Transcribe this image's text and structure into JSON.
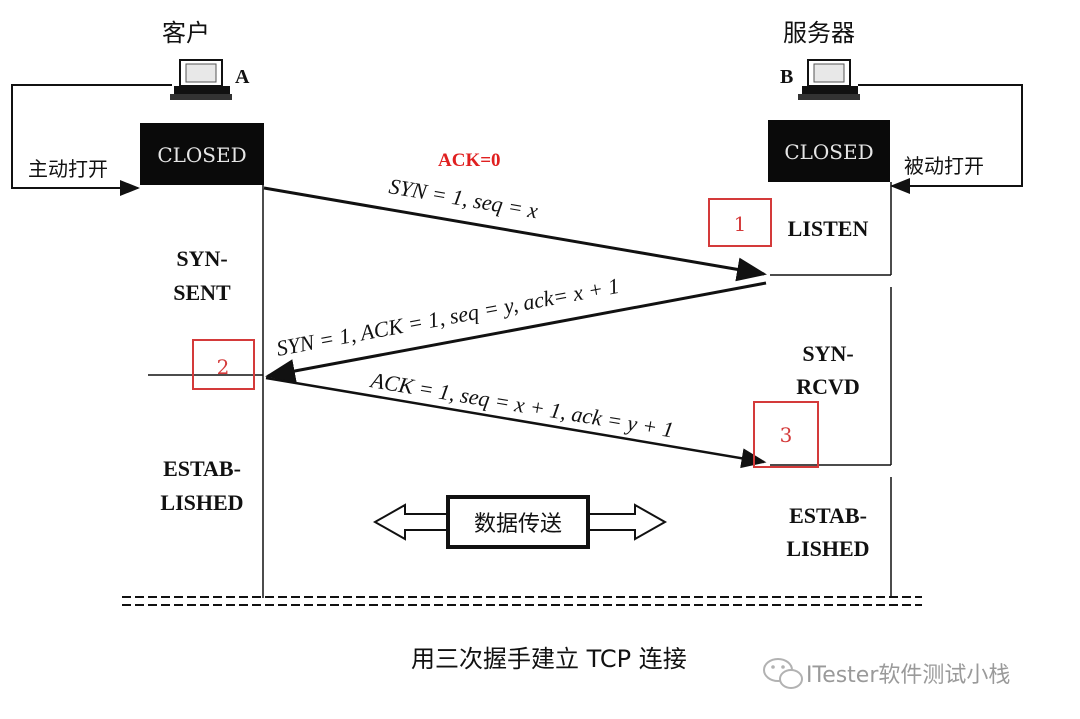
{
  "client": {
    "label": "客户",
    "host": "A",
    "state_box": "CLOSED",
    "active_open": "主动打开"
  },
  "server": {
    "label": "服务器",
    "host": "B",
    "state_box": "CLOSED",
    "passive_open": "被动打开"
  },
  "annotation": {
    "ack_zero": "ACK=0"
  },
  "messages": {
    "syn": "SYN = 1, seq = x",
    "syn_ack": "SYN = 1, ACK = 1, seq = y, ack= x + 1",
    "ack": "ACK = 1, seq = x + 1, ack = y + 1"
  },
  "step_badges": [
    "1",
    "2",
    "3"
  ],
  "client_states": {
    "syn_sent_1": "SYN-",
    "syn_sent_2": "SENT",
    "established_1": "ESTAB-",
    "established_2": "LISHED"
  },
  "server_states": {
    "listen": "LISTEN",
    "syn_rcvd_1": "SYN-",
    "syn_rcvd_2": "RCVD",
    "established_1": "ESTAB-",
    "established_2": "LISHED"
  },
  "data_transfer": "数据传送",
  "caption": "用三次握手建立 TCP 连接",
  "watermark": "ITester软件测试小栈",
  "colors": {
    "badge_red": "#d43a3a",
    "ack_zero_red": "#e02020",
    "line": "#111111"
  }
}
